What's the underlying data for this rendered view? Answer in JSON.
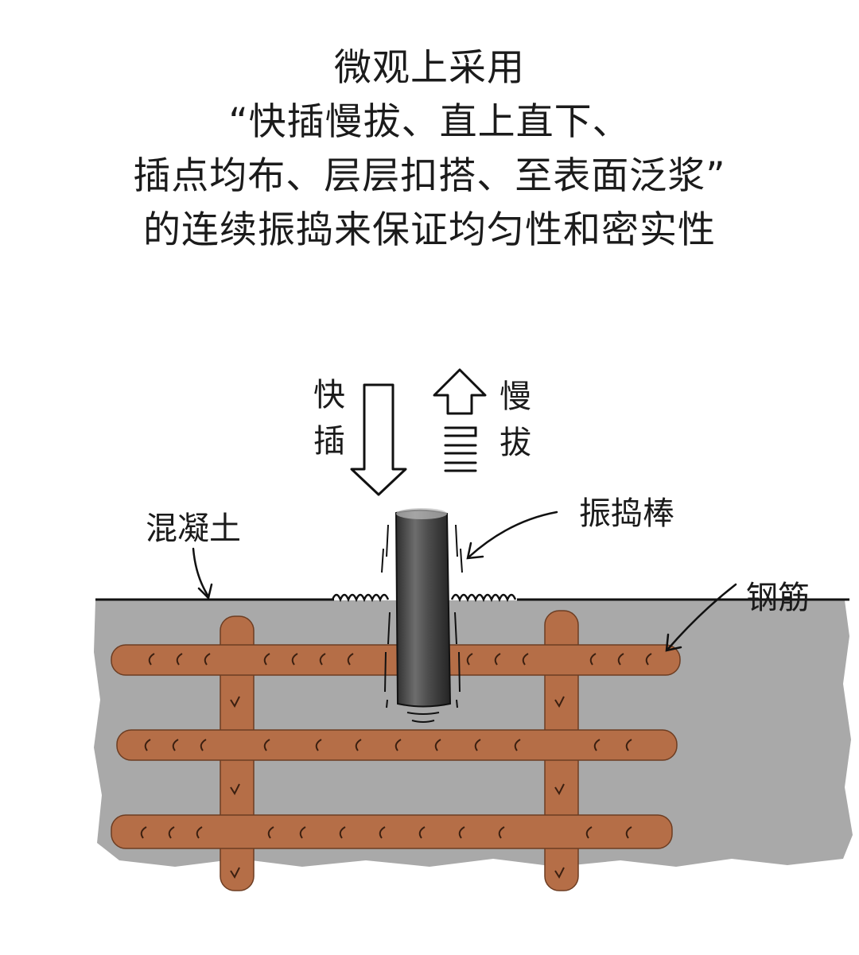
{
  "headline": {
    "line1": "微观上采用",
    "line2": "“快插慢拔、直上直下、",
    "line3": "插点均布、层层扣搭、至表面泛浆”",
    "line4": "的连续振捣来保证均匀性和密实性"
  },
  "labels": {
    "insert_char1": "快",
    "insert_char2": "插",
    "pull_char1": "慢",
    "pull_char2": "拔",
    "concrete": "混凝土",
    "vibrator": "振捣棒",
    "rebar": "钢筋"
  },
  "colors": {
    "concrete": "#a9a9a9",
    "rebar": "#b56e47",
    "rod": "#4a4a4a",
    "text": "#1b1b1b"
  }
}
